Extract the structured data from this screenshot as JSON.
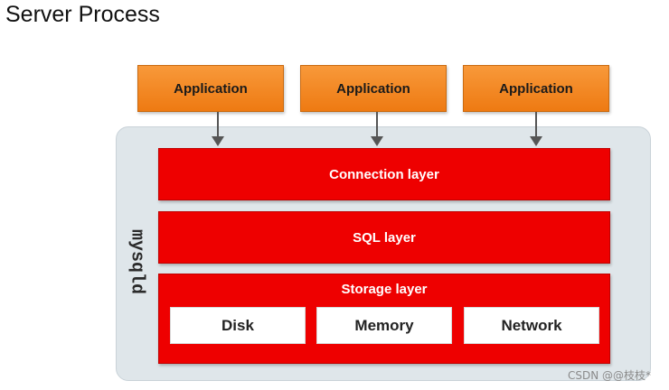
{
  "title": "Server Process",
  "applications": [
    {
      "label": "Application"
    },
    {
      "label": "Application"
    },
    {
      "label": "Application"
    }
  ],
  "server": {
    "label": "mysqld",
    "layers": {
      "connection": "Connection layer",
      "sql": "SQL layer",
      "storage": "Storage layer"
    },
    "storage_items": [
      "Disk",
      "Memory",
      "Network"
    ]
  },
  "watermark": "CSDN @@枝枝*",
  "colors": {
    "application": "#f08a1e",
    "layer": "#ee0000",
    "server_background": "#dfe6ea"
  }
}
